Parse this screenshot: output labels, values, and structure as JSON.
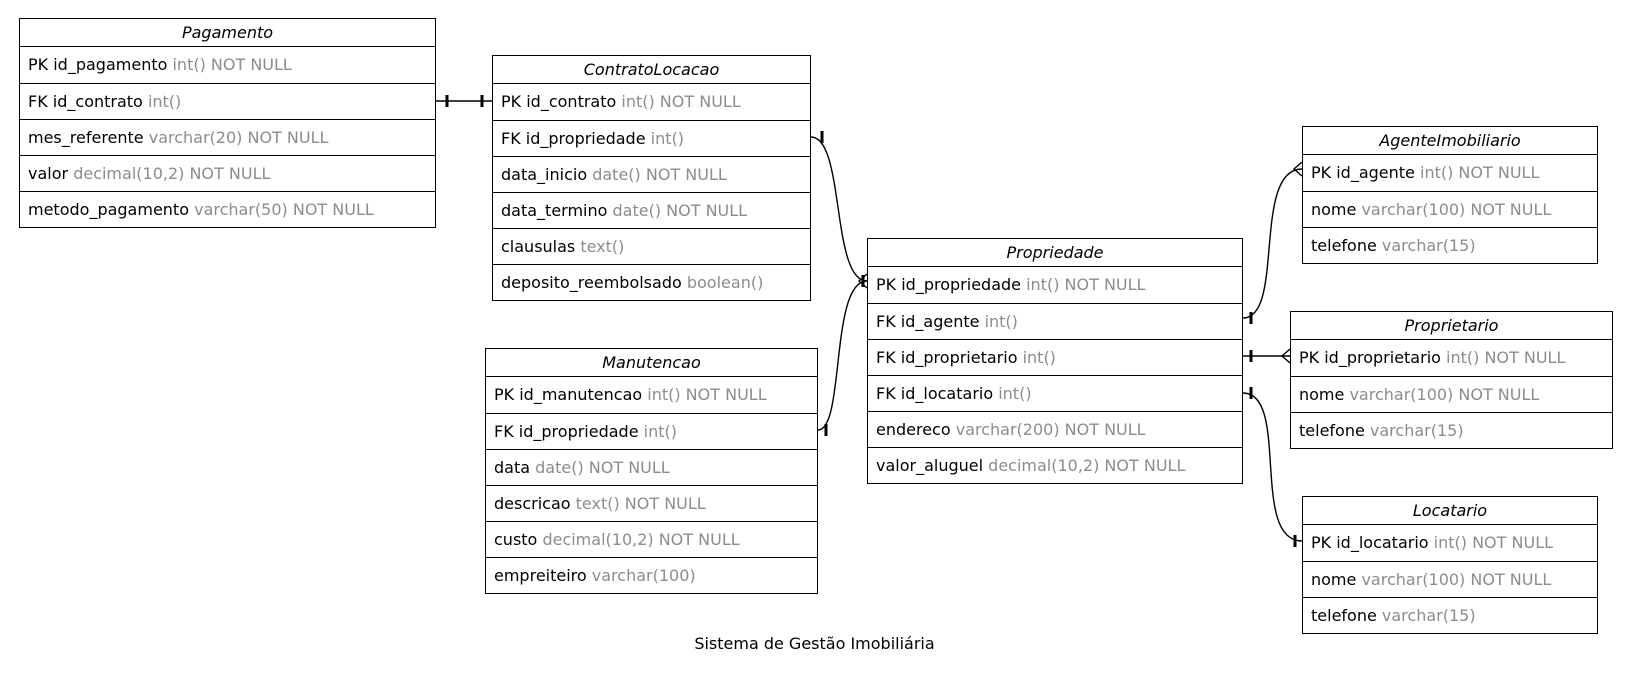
{
  "diagram_title": "Sistema de Gestão Imobiliária",
  "entities": {
    "pagamento": {
      "name": "Pagamento",
      "rows": [
        {
          "key": "PK",
          "field": "id_pagamento",
          "type": "int() NOT NULL"
        },
        {
          "key": "FK",
          "field": "id_contrato",
          "type": "int()"
        },
        {
          "key": "",
          "field": "mes_referente",
          "type": "varchar(20) NOT NULL"
        },
        {
          "key": "",
          "field": "valor",
          "type": "decimal(10,2) NOT NULL"
        },
        {
          "key": "",
          "field": "metodo_pagamento",
          "type": "varchar(50) NOT NULL"
        }
      ]
    },
    "contrato": {
      "name": "ContratoLocacao",
      "rows": [
        {
          "key": "PK",
          "field": "id_contrato",
          "type": "int() NOT NULL"
        },
        {
          "key": "FK",
          "field": "id_propriedade",
          "type": "int()"
        },
        {
          "key": "",
          "field": "data_inicio",
          "type": "date() NOT NULL"
        },
        {
          "key": "",
          "field": "data_termino",
          "type": "date() NOT NULL"
        },
        {
          "key": "",
          "field": "clausulas",
          "type": "text()"
        },
        {
          "key": "",
          "field": "deposito_reembolsado",
          "type": "boolean()"
        }
      ]
    },
    "manutencao": {
      "name": "Manutencao",
      "rows": [
        {
          "key": "PK",
          "field": "id_manutencao",
          "type": "int() NOT NULL"
        },
        {
          "key": "FK",
          "field": "id_propriedade",
          "type": "int()"
        },
        {
          "key": "",
          "field": "data",
          "type": "date() NOT NULL"
        },
        {
          "key": "",
          "field": "descricao",
          "type": "text() NOT NULL"
        },
        {
          "key": "",
          "field": "custo",
          "type": "decimal(10,2) NOT NULL"
        },
        {
          "key": "",
          "field": "empreiteiro",
          "type": "varchar(100)"
        }
      ]
    },
    "propriedade": {
      "name": "Propriedade",
      "rows": [
        {
          "key": "PK",
          "field": "id_propriedade",
          "type": "int() NOT NULL"
        },
        {
          "key": "FK",
          "field": "id_agente",
          "type": "int()"
        },
        {
          "key": "FK",
          "field": "id_proprietario",
          "type": "int()"
        },
        {
          "key": "FK",
          "field": "id_locatario",
          "type": "int()"
        },
        {
          "key": "",
          "field": "endereco",
          "type": "varchar(200) NOT NULL"
        },
        {
          "key": "",
          "field": "valor_aluguel",
          "type": "decimal(10,2) NOT NULL"
        }
      ]
    },
    "agente": {
      "name": "AgenteImobiliario",
      "rows": [
        {
          "key": "PK",
          "field": "id_agente",
          "type": "int() NOT NULL"
        },
        {
          "key": "",
          "field": "nome",
          "type": "varchar(100) NOT NULL"
        },
        {
          "key": "",
          "field": "telefone",
          "type": "varchar(15)"
        }
      ]
    },
    "proprietario": {
      "name": "Proprietario",
      "rows": [
        {
          "key": "PK",
          "field": "id_proprietario",
          "type": "int() NOT NULL"
        },
        {
          "key": "",
          "field": "nome",
          "type": "varchar(100) NOT NULL"
        },
        {
          "key": "",
          "field": "telefone",
          "type": "varchar(15)"
        }
      ]
    },
    "locatario": {
      "name": "Locatario",
      "rows": [
        {
          "key": "PK",
          "field": "id_locatario",
          "type": "int() NOT NULL"
        },
        {
          "key": "",
          "field": "nome",
          "type": "varchar(100) NOT NULL"
        },
        {
          "key": "",
          "field": "telefone",
          "type": "varchar(15)"
        }
      ]
    }
  }
}
